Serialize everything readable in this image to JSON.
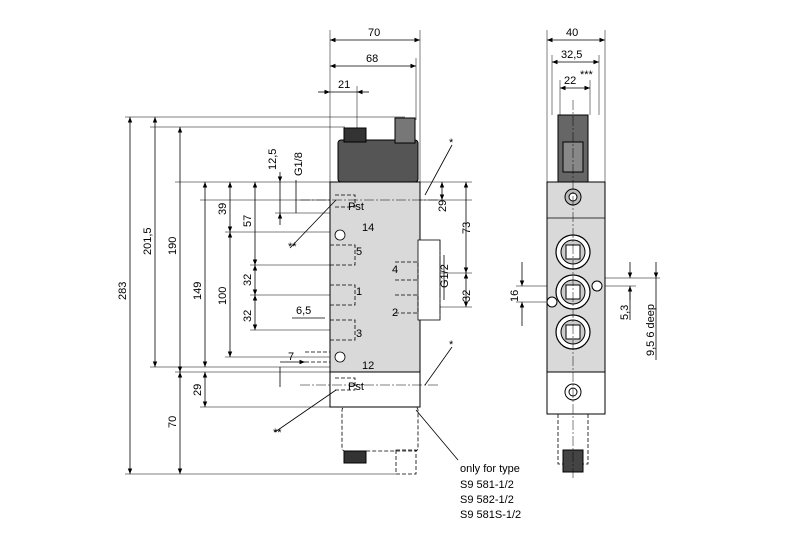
{
  "front_view": {
    "dims_top": {
      "w70": "70",
      "w68": "68",
      "w21": "21"
    },
    "dims_left": {
      "h283": "283",
      "h201": "201,5",
      "h190": "190",
      "h149": "149",
      "h100": "100",
      "h70": "70",
      "h29": "29",
      "h57": "57",
      "h39": "39",
      "h32a": "32",
      "h32b": "32",
      "h12": "12,5",
      "g18": "G1/8",
      "d65": "6,5",
      "d7": "7"
    },
    "dims_right": {
      "h29": "29",
      "h73": "73",
      "g12": "G1/2",
      "h32": "32"
    },
    "ports": {
      "p14": "14",
      "p5": "5",
      "p4": "4",
      "p1": "1",
      "p2": "2",
      "p3": "3",
      "p12": "12",
      "pst_top": "Pst",
      "pst_bottom": "Pst"
    },
    "marks": {
      "star": "*",
      "star2": "**"
    }
  },
  "side_view": {
    "dims_top": {
      "w40": "40",
      "w325": "32,5",
      "w22": "22",
      "star3": "***"
    },
    "dims": {
      "d16": "16",
      "d53": "5,3",
      "deep": "9,5 6 deep"
    }
  },
  "note": {
    "line1": "only for type",
    "line2": "S9 581-1/2",
    "line3": "S9 582-1/2",
    "line4": "S9 581S-1/2"
  }
}
